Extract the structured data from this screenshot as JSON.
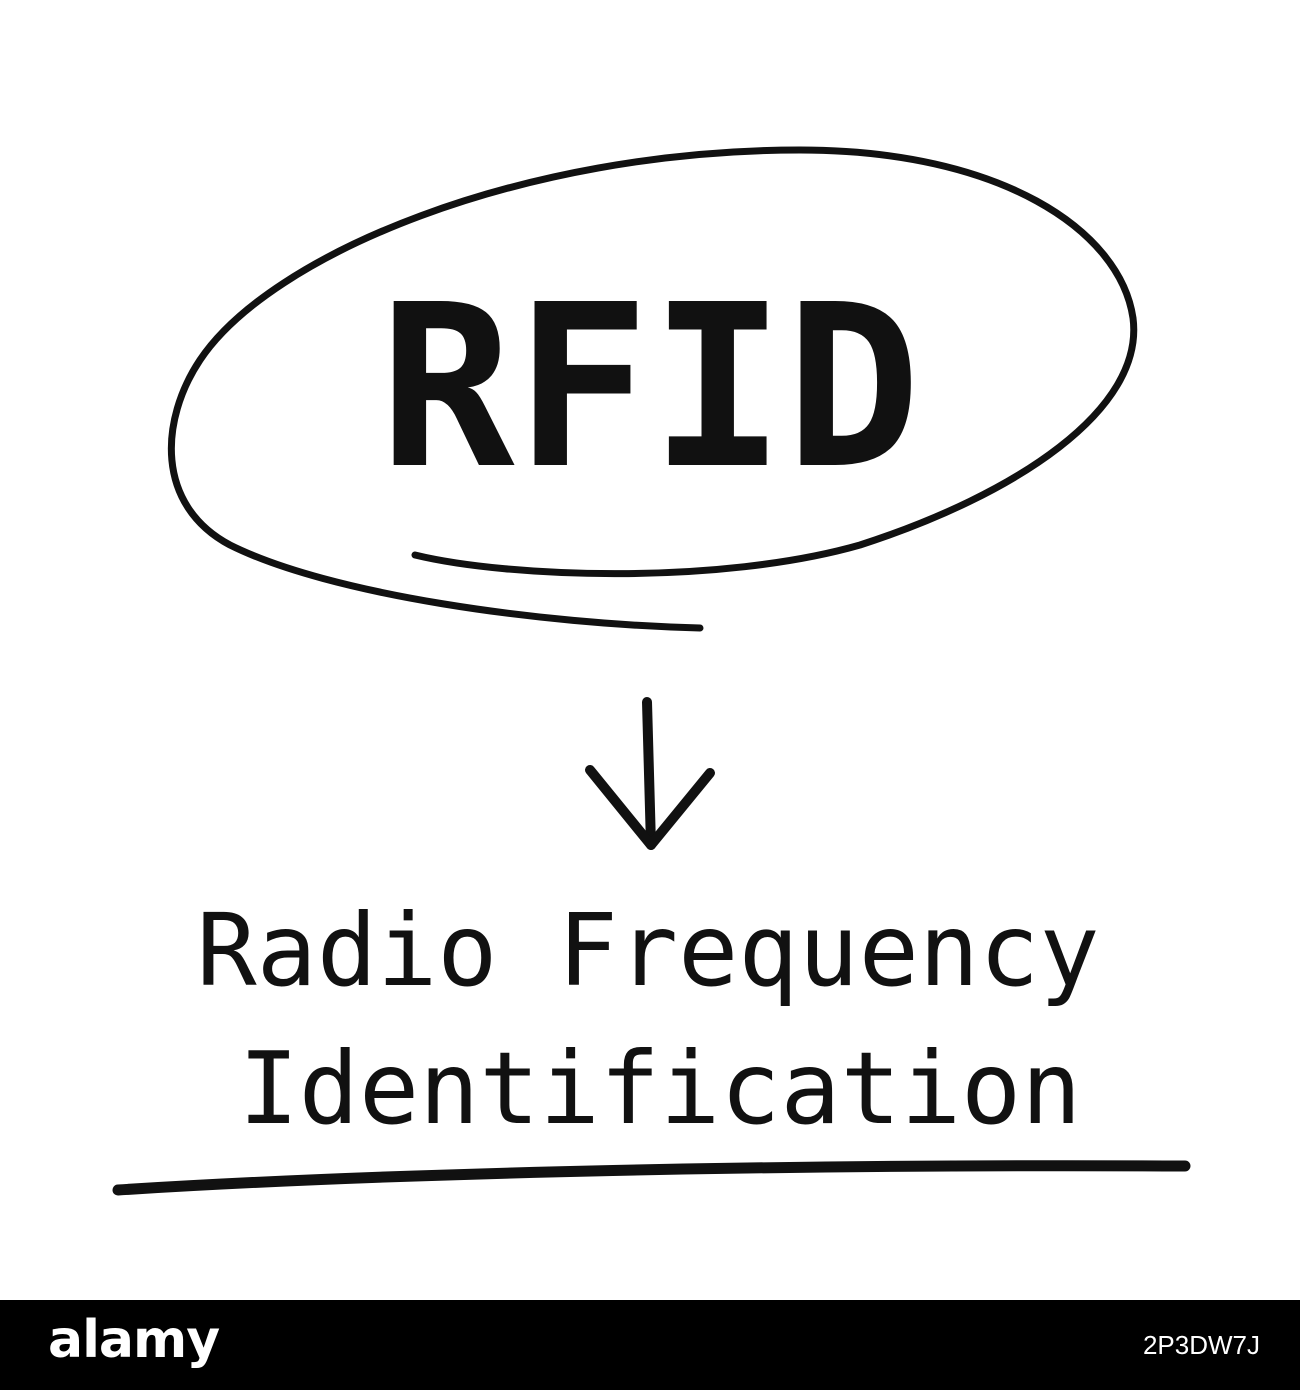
{
  "acronym": "RFID",
  "expansion": {
    "line1": "Radio Frequency",
    "line2": "Identification"
  },
  "footer": {
    "logo": "alamy",
    "image_id": "2P3DW7J"
  },
  "colors": {
    "ink": "#111111",
    "background": "#ffffff",
    "footer_bar": "#000000",
    "footer_text": "#ffffff"
  },
  "icons": [
    "down-arrow-icon"
  ]
}
